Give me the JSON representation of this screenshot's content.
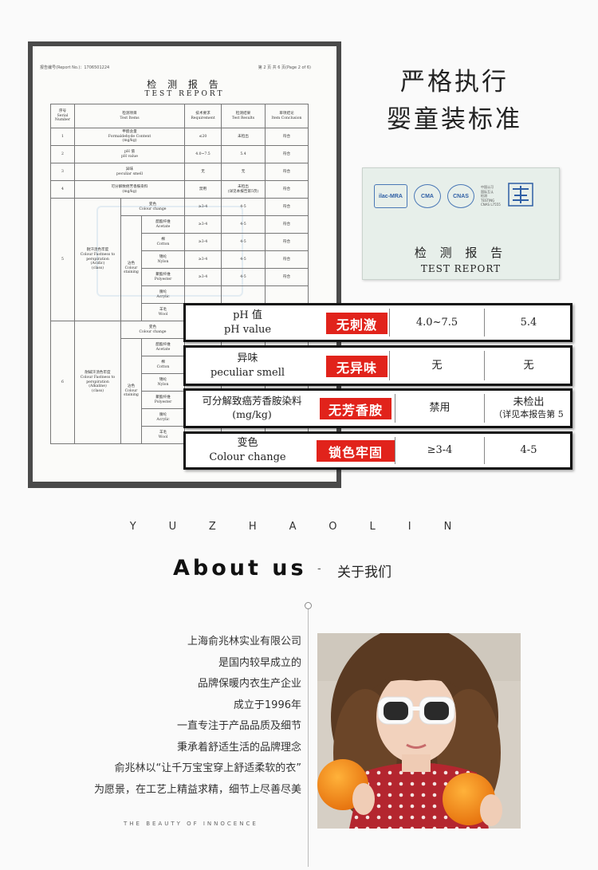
{
  "report": {
    "report_no": "报告编号(Report No.)：1706501224",
    "page": "第 2 页 共 6 页(Page 2 of 6)",
    "title_cn": "检 测 报 告",
    "title_en": "TEST   REPORT",
    "headers": [
      "序号\nSerial\nNumber",
      "检测项目\nTest Items",
      "技术要求\nRequirement",
      "检测结果\nTest Results",
      "单项结论\nItem Conclusion"
    ],
    "rows": [
      {
        "no": "1",
        "item": "甲醛含量\nFormaldehyde Content\n(mg/kg)",
        "req": "≤20",
        "res": "未检出",
        "con": "符合"
      },
      {
        "no": "2",
        "item": "pH 值\npH value",
        "req": "4.0~7.5",
        "res": "5.4",
        "con": "符合"
      },
      {
        "no": "3",
        "item": "异味\npeculiar smell",
        "req": "无",
        "res": "无",
        "con": "符合"
      },
      {
        "no": "4",
        "item": "可分解致癌芳香胺染料\n(mg/kg)",
        "req": "禁用",
        "res": "未检出\n(详见本报告第5页)",
        "con": "符合"
      }
    ],
    "group5": {
      "no": "5",
      "title": "耐汗渍色牢度\nColour Fastness to\nperspiration\n(Acidic)\n(class)",
      "change": "变色\nColour change",
      "staining": "沾色\nColour\nstaining",
      "fibers": [
        "醋酯纤维\nAcetate",
        "棉\nCotton",
        "锦纶\nNylon",
        "聚酯纤维\nPolyester",
        "腈纶\nAcrylic",
        "羊毛\nWool"
      ],
      "req": "≥3-4",
      "res": "4-5",
      "con": "符合"
    },
    "group6": {
      "no": "6",
      "title": "耐碱汗渍色牢度\nColour Fastness to\nperspiration\n(Alkaline)\n(class)",
      "change": "变色\nColour change",
      "staining": "沾色\nColour\nstaining",
      "fibers": [
        "醋酯纤维\nAcetate",
        "棉\nCotton",
        "锦纶\nNylon",
        "聚酯纤维\nPolyester",
        "腈纶\nAcrylic",
        "羊毛\nWool"
      ]
    }
  },
  "headline": {
    "line1": "严格执行",
    "line2": "婴童装标准"
  },
  "cert": {
    "logos": [
      "ilac-MRA",
      "CMA",
      "CNAS"
    ],
    "logo_caption": "中国认可\n国际互认\n检测\nTESTING\nCNAS L7555",
    "title_cn": "检 测 报 告",
    "title_en": "TEST   REPORT"
  },
  "highlights": [
    {
      "item_cn": "pH 值",
      "item_en": "pH value",
      "tag": "无刺激",
      "req": "4.0~7.5",
      "res": "5.4"
    },
    {
      "item_cn": "异味",
      "item_en": "peculiar smell",
      "tag": "无异味",
      "req": "无",
      "res": "无"
    },
    {
      "item_cn": "可分解致癌芳香胺染料",
      "item_en": "(mg/kg)",
      "tag": "无芳香胺",
      "req": "禁用",
      "res": "未检出",
      "res2": "（详见本报告第 5"
    },
    {
      "item_cn": "变色",
      "item_en": "Colour change",
      "tag": "锁色牢固",
      "req": "≥3-4",
      "res": "4-5"
    }
  ],
  "about": {
    "brand": "YUZHAOLIN",
    "title_en": "About us",
    "sep": "-",
    "title_cn": "关于我们",
    "lines": [
      "上海俞兆林实业有限公司",
      "是国内较早成立的",
      "品牌保暖内衣生产企业",
      "成立于1996年",
      "一直专注于产品品质及细节",
      "秉承着舒适生活的品牌理念",
      "俞兆林以“让千万宝宝穿上舒适柔软的衣”",
      "为愿景，在工艺上精益求精，细节上尽善尽美"
    ],
    "tagline": "THE BEAUTY OF INNOCENCE"
  },
  "colors": {
    "tag_red": "#e1231b",
    "frame": "#4a4a4a",
    "cert_bg": "#e7efea"
  }
}
